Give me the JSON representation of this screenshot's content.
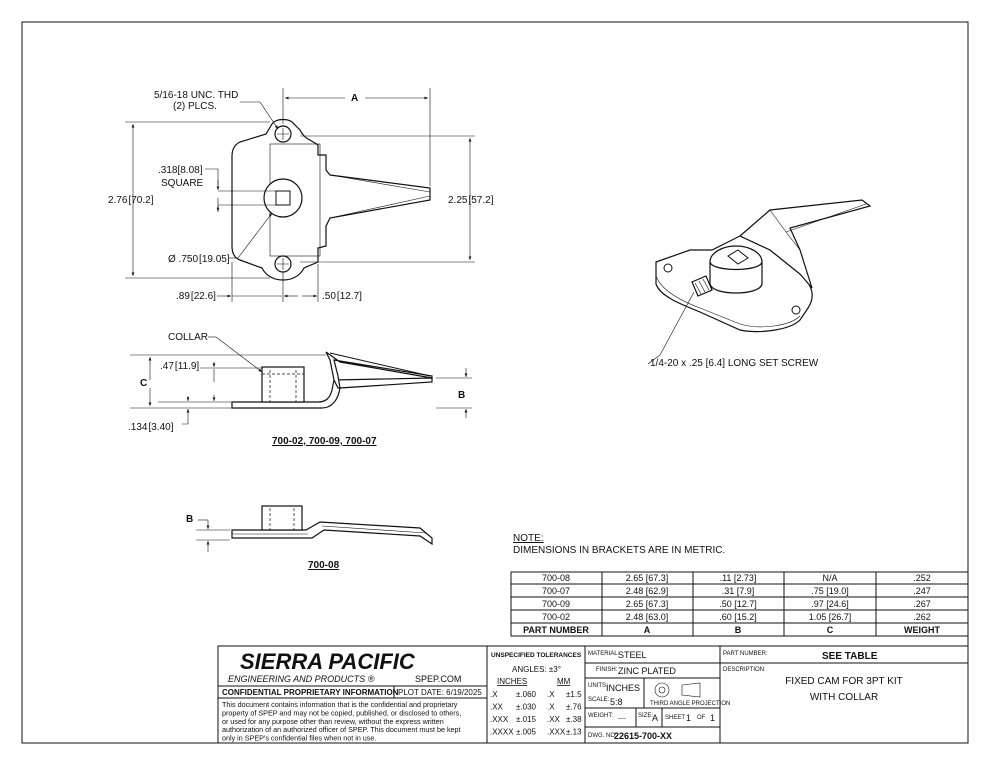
{
  "drawing": {
    "top_view": {
      "thread_note": [
        "5/16-18 UNC. THD",
        "(2) PLCS."
      ],
      "dim_A": "A",
      "square_note": [
        ".318",
        "8.08",
        "SQUARE"
      ],
      "height_overall": [
        "2.76",
        "70.2"
      ],
      "height_arm": [
        "2.25",
        "57.2"
      ],
      "diameter": [
        "Ø .750",
        "19.05"
      ],
      "offset_left": [
        ".89",
        "22.6"
      ],
      "offset_right": [
        ".50",
        "12.7"
      ]
    },
    "side_view": {
      "collar_label": "COLLAR",
      "collar_height": [
        ".47",
        "11.9"
      ],
      "dim_C": "C",
      "dim_B": "B",
      "plate_thickness": [
        ".134",
        "3.40"
      ],
      "caption": "700-02, 700-09, 700-07"
    },
    "side_view_2": {
      "dim_B": "B",
      "caption": "700-08"
    },
    "iso_view": {
      "set_screw_note": "1/4-20 x .25 [6.4] LONG SET SCREW"
    },
    "note": {
      "title": "NOTE:",
      "text": "DIMENSIONS IN BRACKETS ARE IN METRIC."
    }
  },
  "table": {
    "rows": [
      [
        "700-08",
        "2.65 [67.3]",
        ".11 [2.73]",
        "N/A",
        ".252"
      ],
      [
        "700-07",
        "2.48 [62.9]",
        ".31 [7.9]",
        ".75 [19.0]",
        ".247"
      ],
      [
        "700-09",
        "2.65 [67.3]",
        ".50 [12.7]",
        ".97 [24.6]",
        ".267"
      ],
      [
        "700-02",
        "2.48 [63.0]",
        ".60 [15.2]",
        "1.05 [26.7]",
        ".262"
      ]
    ],
    "headers": [
      "PART NUMBER",
      "A",
      "B",
      "C",
      "WEIGHT"
    ]
  },
  "title_block": {
    "company": "SIERRA PACIFIC",
    "subtitle": "ENGINEERING AND PRODUCTS",
    "registered": "®",
    "website": "SPEP.COM",
    "confidential_header": "CONFIDENTIAL PROPRIETARY INFORMATION",
    "plot_date": "PLOT DATE:  6/19/2025",
    "confidential_text": [
      "This document contains information that is the confidential and proprietary",
      "property of SPEP and may not be copied, published, or disclosed to others,",
      "or used for any purpose  other than review, without the express written",
      "authorization of an authorized officer of SPEP. This document must be kept",
      "only in SPEP's confidential files when not in use."
    ],
    "tolerances": {
      "title": "UNSPECIFIED TOLERANCES",
      "angles": "ANGLES: ±3°",
      "inches_header": "INCHES",
      "mm_header": "MM",
      "rows": [
        [
          ".X",
          "±.060",
          ".X",
          "±1.5"
        ],
        [
          ".XX",
          "±.030",
          ".X",
          "±.76"
        ],
        [
          ".XXX",
          "±.015",
          ".XX",
          "±.38"
        ],
        [
          ".XXXX",
          "±.005",
          ".XXX",
          "±.13"
        ]
      ]
    },
    "material_label": "MATERIAL:",
    "material": "STEEL",
    "finish_label": "FINISH:",
    "finish": "ZINC PLATED",
    "units_label": "UNITS:",
    "units": "INCHES",
    "projection": "THIRD ANGLE PROJECTION",
    "scale_label": "SCALE:",
    "scale": "5:8",
    "weight_label": "WEIGHT:",
    "weight": "----",
    "size_label": "SIZE:",
    "size": "A",
    "sheet_label": "SHEET",
    "sheet": "1",
    "of_label": "OF",
    "of": "1",
    "dwg_label": "DWG. NO:",
    "dwg_no": "22615-700-XX",
    "part_number_label": "PART NUMBER:",
    "part_number": "SEE TABLE",
    "description_label": "DESCRIPTION:",
    "description": [
      "FIXED CAM FOR 3PT KIT",
      "WITH COLLAR"
    ]
  }
}
